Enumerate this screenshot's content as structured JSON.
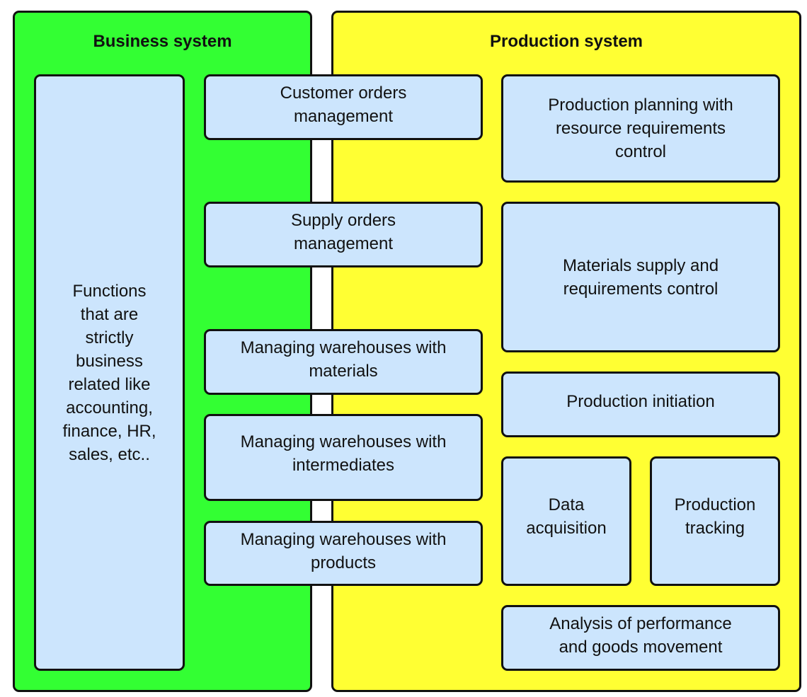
{
  "diagram": {
    "business_system": {
      "title": "Business system",
      "color": "#33ff33",
      "functions_box": "Functions\nthat are\nstrictly\nbusiness\nrelated like\naccounting,\nfinance, HR,\nsales, etc.."
    },
    "production_system": {
      "title": "Production system",
      "color": "#ffff33"
    },
    "shared_boxes": [
      "Customer orders\nmanagement",
      "Supply orders\nmanagement",
      "Managing warehouses with\nmaterials",
      "Managing warehouses with\nintermediates",
      "Managing warehouses with\nproducts"
    ],
    "production_boxes": {
      "planning": "Production planning with\nresource requirements\ncontrol",
      "materials_supply": "Materials supply and\nrequirements control",
      "initiation": "Production initiation",
      "data_acquisition": "Data\nacquisition",
      "tracking": "Production\ntracking",
      "analysis": "Analysis of performance\nand goods movement"
    },
    "box_color": "#cce5fd",
    "border_color": "#111111"
  }
}
